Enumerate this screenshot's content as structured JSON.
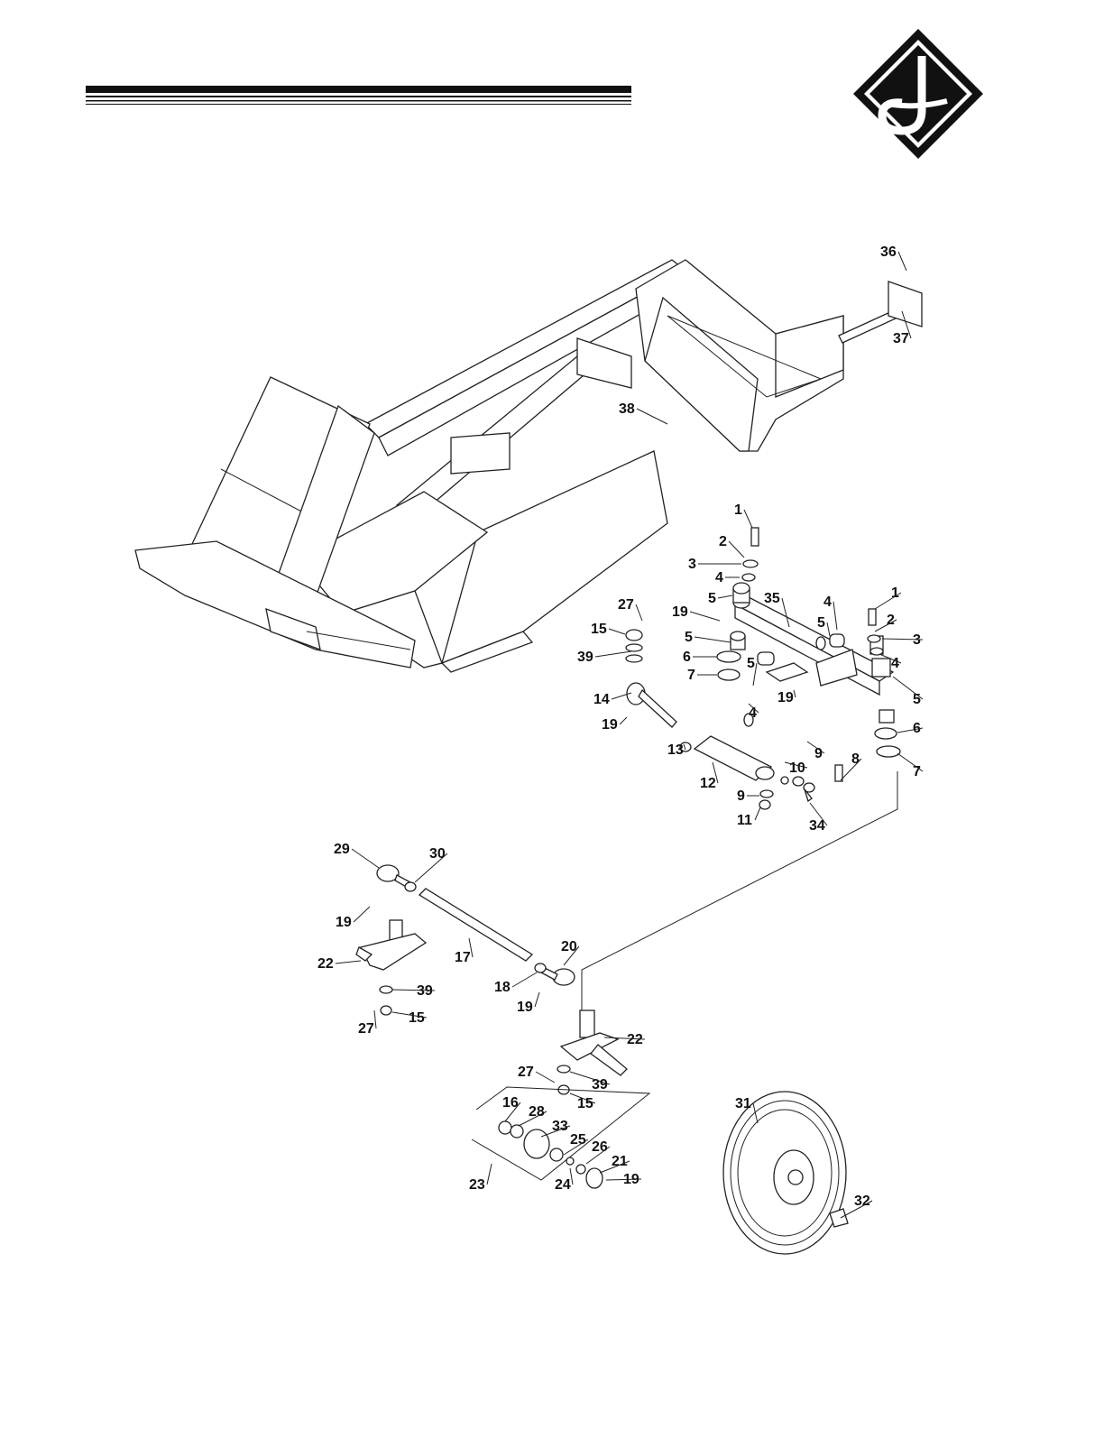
{
  "brand": {
    "logo_letter": "J"
  },
  "callouts": [
    {
      "id": "c36",
      "label": "36"
    },
    {
      "id": "c37",
      "label": "37"
    },
    {
      "id": "c38",
      "label": "38"
    },
    {
      "id": "c1a",
      "label": "1"
    },
    {
      "id": "c2a",
      "label": "2"
    },
    {
      "id": "c3a",
      "label": "3"
    },
    {
      "id": "c4a",
      "label": "4"
    },
    {
      "id": "c5a",
      "label": "5"
    },
    {
      "id": "c35",
      "label": "35"
    },
    {
      "id": "c4b",
      "label": "4"
    },
    {
      "id": "c1b",
      "label": "1"
    },
    {
      "id": "c2b",
      "label": "2"
    },
    {
      "id": "c3b",
      "label": "3"
    },
    {
      "id": "c5b",
      "label": "5"
    },
    {
      "id": "c4c",
      "label": "4"
    },
    {
      "id": "c27a",
      "label": "27"
    },
    {
      "id": "c19a",
      "label": "19"
    },
    {
      "id": "c15a",
      "label": "15"
    },
    {
      "id": "c5c",
      "label": "5"
    },
    {
      "id": "c39a",
      "label": "39"
    },
    {
      "id": "c6a",
      "label": "6"
    },
    {
      "id": "c7a",
      "label": "7"
    },
    {
      "id": "c5d",
      "label": "5"
    },
    {
      "id": "c19b",
      "label": "19"
    },
    {
      "id": "c5e",
      "label": "5"
    },
    {
      "id": "c14",
      "label": "14"
    },
    {
      "id": "c4d",
      "label": "4"
    },
    {
      "id": "c6b",
      "label": "6"
    },
    {
      "id": "c19c",
      "label": "19"
    },
    {
      "id": "c13",
      "label": "13"
    },
    {
      "id": "c9a",
      "label": "9"
    },
    {
      "id": "c8",
      "label": "8"
    },
    {
      "id": "c10",
      "label": "10"
    },
    {
      "id": "c7b",
      "label": "7"
    },
    {
      "id": "c12",
      "label": "12"
    },
    {
      "id": "c9b",
      "label": "9"
    },
    {
      "id": "c11",
      "label": "11"
    },
    {
      "id": "c34",
      "label": "34"
    },
    {
      "id": "c29",
      "label": "29"
    },
    {
      "id": "c30",
      "label": "30"
    },
    {
      "id": "c19d",
      "label": "19"
    },
    {
      "id": "c22a",
      "label": "22"
    },
    {
      "id": "c17",
      "label": "17"
    },
    {
      "id": "c20",
      "label": "20"
    },
    {
      "id": "c18",
      "label": "18"
    },
    {
      "id": "c39b",
      "label": "39"
    },
    {
      "id": "c19e",
      "label": "19"
    },
    {
      "id": "c27b",
      "label": "27"
    },
    {
      "id": "c15b",
      "label": "15"
    },
    {
      "id": "c22b",
      "label": "22"
    },
    {
      "id": "c27c",
      "label": "27"
    },
    {
      "id": "c39c",
      "label": "39"
    },
    {
      "id": "c15c",
      "label": "15"
    },
    {
      "id": "c16",
      "label": "16"
    },
    {
      "id": "c28",
      "label": "28"
    },
    {
      "id": "c33",
      "label": "33"
    },
    {
      "id": "c25",
      "label": "25"
    },
    {
      "id": "c26",
      "label": "26"
    },
    {
      "id": "c21",
      "label": "21"
    },
    {
      "id": "c19f",
      "label": "19"
    },
    {
      "id": "c23",
      "label": "23"
    },
    {
      "id": "c24",
      "label": "24"
    },
    {
      "id": "c31",
      "label": "31"
    },
    {
      "id": "c32",
      "label": "32"
    }
  ]
}
